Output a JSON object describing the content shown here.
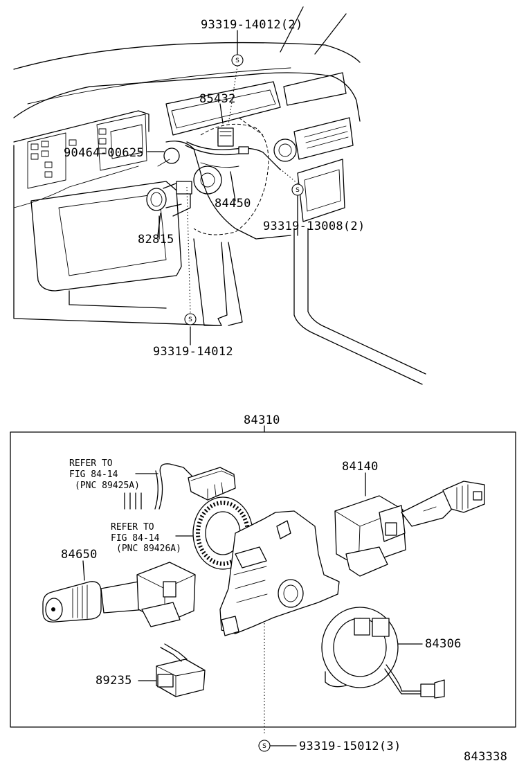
{
  "diagram": {
    "labels": {
      "bolt_dash_top": "93319-14012(2)",
      "relay_85432": "85432",
      "screw_90464": "90464-00625",
      "harness_84450": "84450",
      "bolt_dash_right": "93319-13008(2)",
      "socket_82815": "82815",
      "bolt_dash_bottom": "93319-14012",
      "assembly_84310": "84310",
      "refer1_line1": "REFER TO",
      "refer1_line2": "FIG 84-14",
      "refer1_line3": "(PNC 89425A)",
      "lever_84140": "84140",
      "refer2_line1": "REFER TO",
      "refer2_line2": "FIG 84-14",
      "refer2_line3": "(PNC 89426A)",
      "lever_84650": "84650",
      "spiral_84306": "84306",
      "relay_89235": "89235",
      "bolt_bottom": "93319-15012(3)",
      "figure_id": "843338"
    },
    "symbol_letter": "S"
  }
}
